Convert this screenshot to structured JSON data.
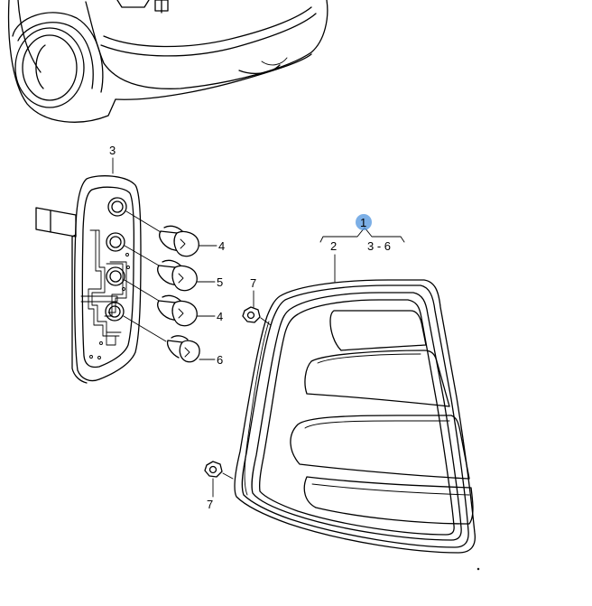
{
  "callouts": {
    "part_1": "1",
    "part_2": "2",
    "part_range": "3 - 6",
    "part_3": "3",
    "part_4_upper": "4",
    "part_5": "5",
    "part_4_lower": "4",
    "part_6": "6",
    "part_7_upper": "7",
    "part_7_lower": "7"
  },
  "colors": {
    "line": "#000000",
    "background": "#ffffff",
    "selection_marker": "#5b9be0"
  }
}
